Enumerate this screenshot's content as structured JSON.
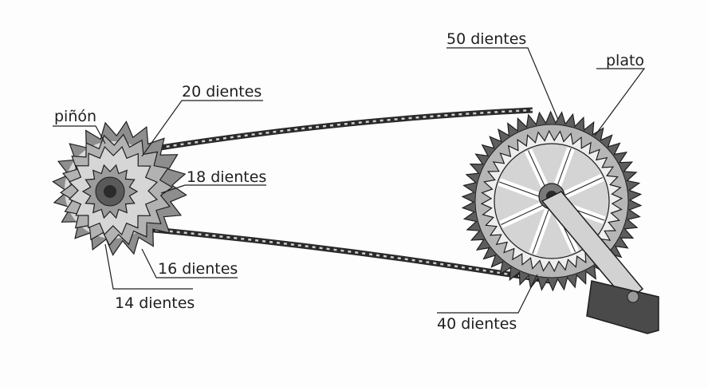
{
  "labels": {
    "pinon": "piñón",
    "d20": "20 dientes",
    "d18": "18 dientes",
    "d16": "16 dientes",
    "d14": "14 dientes",
    "d50": "50 dientes",
    "plato": "plato",
    "d40": "40 dientes"
  },
  "colors": {
    "ink": "#1e1e1e",
    "dark_gray": "#6a6a6a",
    "mid_gray": "#9a9a9a",
    "light_gray": "#cfcfcf",
    "paper": "#fdfdfd"
  },
  "components": {
    "rear_cassette_teeth": [
      14,
      16,
      18,
      20
    ],
    "front_chainring_teeth": [
      40,
      50
    ]
  }
}
